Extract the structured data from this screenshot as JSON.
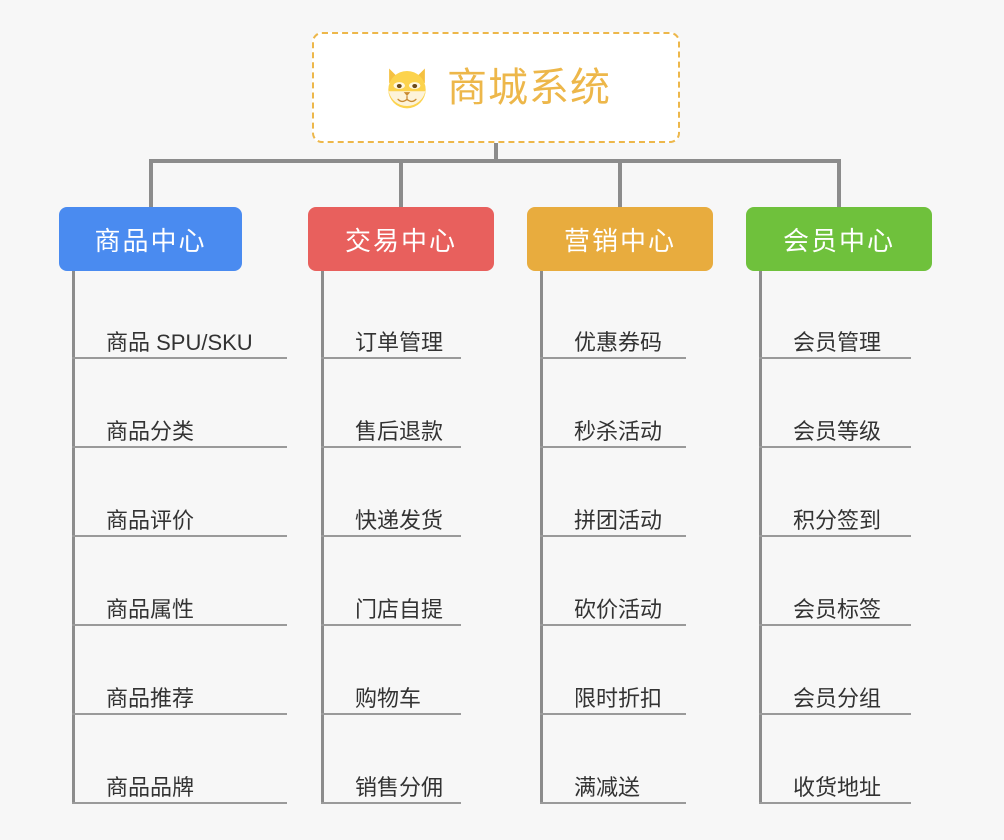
{
  "diagram": {
    "type": "mind-map",
    "background_color": "#f7f7f7",
    "connector_color": "#8c8c8c"
  },
  "root": {
    "title": "商城系统",
    "icon": "shiba-dog-face-icon",
    "text_color": "#edb74a",
    "border_color": "#edb74a",
    "background_color": "#ffffff"
  },
  "branches": [
    {
      "label": "商品中心",
      "color": "#4a8bf0",
      "items": [
        "商品 SPU/SKU",
        "商品分类",
        "商品评价",
        "商品属性",
        "商品推荐",
        "商品品牌"
      ]
    },
    {
      "label": "交易中心",
      "color": "#e8605d",
      "items": [
        "订单管理",
        "售后退款",
        "快递发货",
        "门店自提",
        "购物车",
        "销售分佣"
      ]
    },
    {
      "label": "营销中心",
      "color": "#e8ac3e",
      "items": [
        "优惠券码",
        "秒杀活动",
        "拼团活动",
        "砍价活动",
        "限时折扣",
        "满减送"
      ]
    },
    {
      "label": "会员中心",
      "color": "#6fc13c",
      "items": [
        "会员管理",
        "会员等级",
        "积分签到",
        "会员标签",
        "会员分组",
        "收货地址"
      ]
    }
  ]
}
